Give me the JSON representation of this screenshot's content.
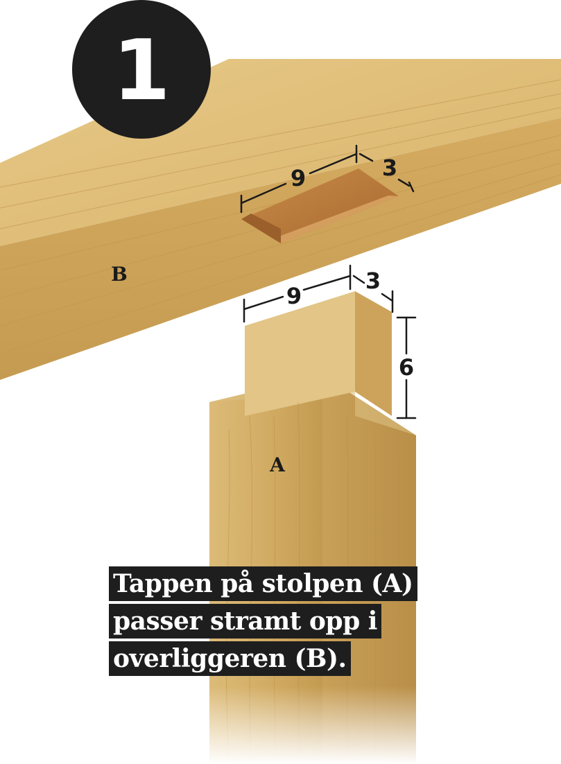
{
  "step_number": "1",
  "labels": {
    "beam": "B",
    "post": "A"
  },
  "dimensions": {
    "mortise_length": "9",
    "mortise_width": "3",
    "tenon_length": "9",
    "tenon_width": "3",
    "tenon_height": "6"
  },
  "caption": {
    "lines": [
      "Tappen på stolpen (A)",
      "passer stramt opp i",
      "overliggeren (B)."
    ]
  },
  "colors": {
    "wood_light": "#e3c27a",
    "wood_mid": "#cfa55a",
    "wood_dark": "#b88a44",
    "mortise_inside": "#c98b47",
    "badge": "#1e1e1e",
    "caption_bg": "#1e1e1e"
  }
}
